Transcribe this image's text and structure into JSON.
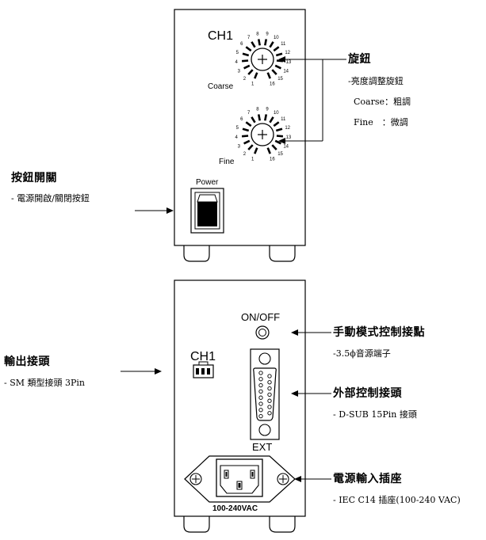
{
  "top_unit": {
    "channel_label": "CH1",
    "coarse_label": "Coarse",
    "fine_label": "Fine",
    "dial_numbers": [
      "1",
      "2",
      "3",
      "4",
      "5",
      "6",
      "7",
      "8",
      "9",
      "10",
      "11",
      "12",
      "13",
      "14",
      "15",
      "16"
    ],
    "power_label": "Power"
  },
  "knob_annotation": {
    "title": "旋鈕",
    "lines": [
      "-亮度調整旋鈕",
      "Coarse：粗調",
      "Fine　：微調"
    ]
  },
  "switch_annotation": {
    "title": "按鈕開關",
    "lines": [
      "- 電源開啟/關閉按鈕"
    ]
  },
  "bottom_unit": {
    "onoff_label": "ON/OFF",
    "channel_label": "CH1",
    "ext_label": "EXT",
    "voltage_label": "100-240VAC"
  },
  "manual_annotation": {
    "title": "手動模式控制接點",
    "lines": [
      "-3.5ϕ音源端子"
    ]
  },
  "output_annotation": {
    "title": "輸出接頭",
    "lines": [
      "- SM 類型接頭 3Pin"
    ]
  },
  "external_annotation": {
    "title": "外部控制接頭",
    "lines": [
      "- D-SUB 15Pin 接頭"
    ]
  },
  "power_annotation": {
    "title": "電源輸入插座",
    "lines": [
      "- IEC C14  插座(100-240 VAC)"
    ]
  }
}
